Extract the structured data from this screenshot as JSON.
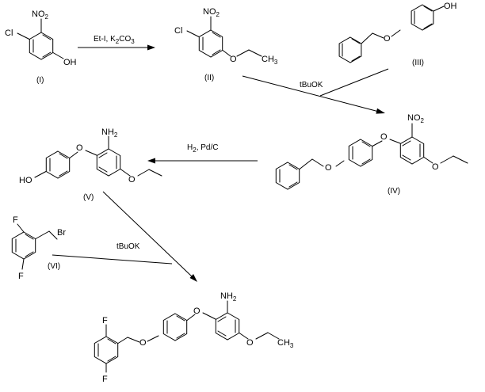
{
  "compounds": {
    "I": {
      "label": "(I)",
      "cl": "Cl",
      "nitro": "NO",
      "nitro_sub": "2",
      "oh": "OH"
    },
    "II": {
      "label": "(II)",
      "cl": "Cl",
      "nitro": "NO",
      "nitro_sub": "2",
      "o": "O",
      "ch3": "CH",
      "ch3_sub": "3"
    },
    "III": {
      "label": "(III)",
      "o": "O",
      "oh": "OH"
    },
    "IV": {
      "label": "(IV)",
      "o_benzyl": "O",
      "o_ether": "O",
      "nitro": "NO",
      "nitro_sub": "2",
      "o_ethoxy": "O"
    },
    "V": {
      "label": "(V)",
      "ho": "HO",
      "o_ether": "O",
      "amine": "NH",
      "amine_sub": "2",
      "o_ethoxy": "O"
    },
    "VI": {
      "label": "(VI)",
      "f_top": "F",
      "f_bottom": "F",
      "br": "Br"
    },
    "VII": {
      "f_top": "F",
      "f_bottom": "F",
      "o_benzyl": "O",
      "o_ether": "O",
      "amine": "NH",
      "amine_sub": "2",
      "o_ethoxy": "O",
      "ch3": "CH",
      "ch3_sub": "3"
    }
  },
  "conditions": {
    "step1": {
      "text": "Et-I, K",
      "sub": "2",
      "tail": "CO",
      "tail_sub": "3"
    },
    "step2": {
      "text": "tBuOK"
    },
    "step3": {
      "text": "H",
      "sub": "2",
      "tail": ", Pd/C"
    },
    "step4": {
      "text": "tBuOK"
    }
  }
}
